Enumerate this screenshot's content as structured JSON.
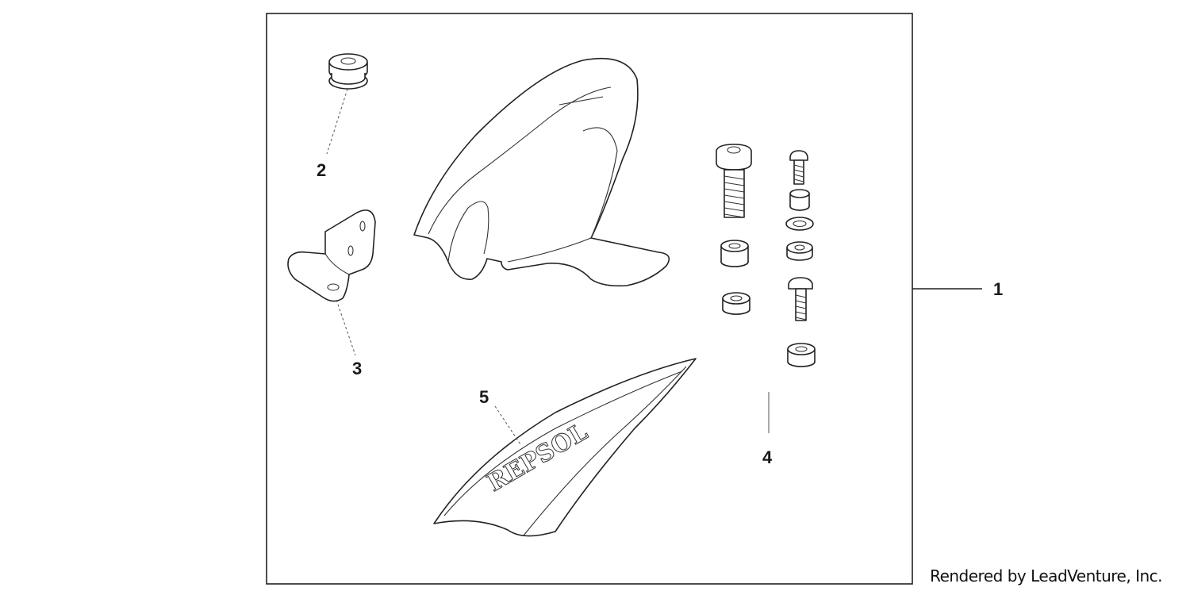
{
  "diagram": {
    "callouts": [
      {
        "id": "1",
        "label": "1"
      },
      {
        "id": "2",
        "label": "2"
      },
      {
        "id": "3",
        "label": "3"
      },
      {
        "id": "4",
        "label": "4"
      },
      {
        "id": "5",
        "label": "5"
      }
    ],
    "decal_text": "REPSOL"
  },
  "footer": {
    "credit": "Rendered by LeadVenture, Inc."
  }
}
